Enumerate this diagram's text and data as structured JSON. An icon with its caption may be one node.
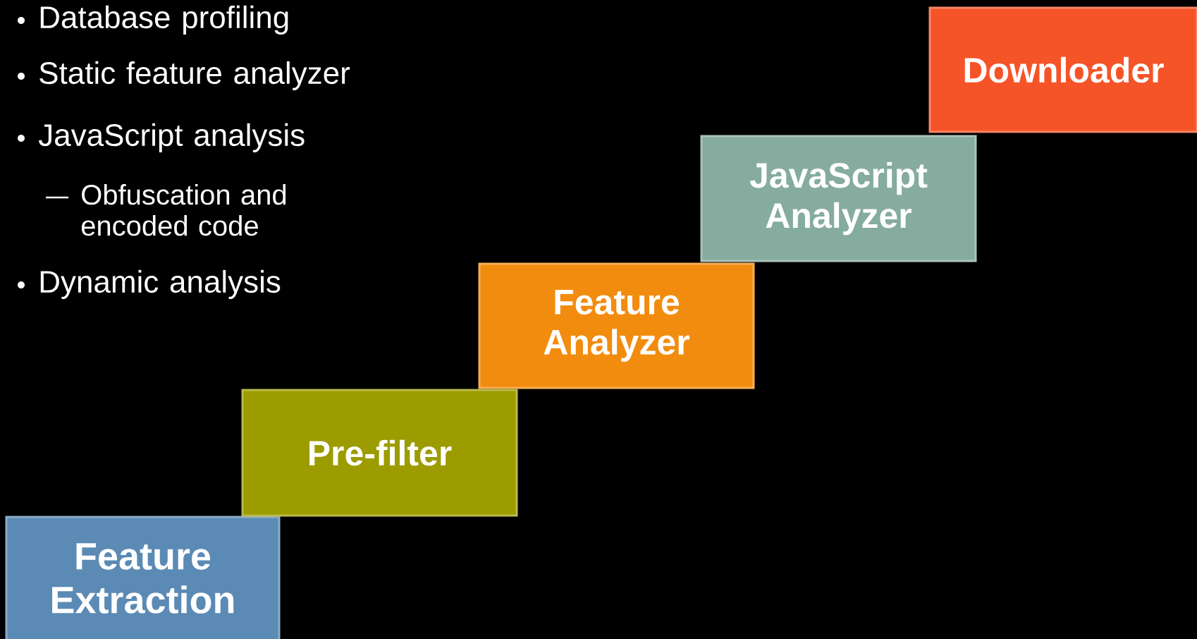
{
  "diagram": {
    "nodes": [
      {
        "text": [
          "Feature Extraction"
        ]
      },
      {
        "text": [
          "Pre-filter"
        ]
      },
      {
        "text": [
          "Feature Analyzer"
        ]
      },
      {
        "text": [
          "JavaScript Analyzer"
        ]
      },
      {
        "text": [
          "Downloader"
        ]
      }
    ],
    "labels": [
      "Database profiling",
      "Static feature analyzer",
      "JavaScript analysis",
      "Obfuscation and encoded code",
      "Dynamic analysis"
    ]
  }
}
